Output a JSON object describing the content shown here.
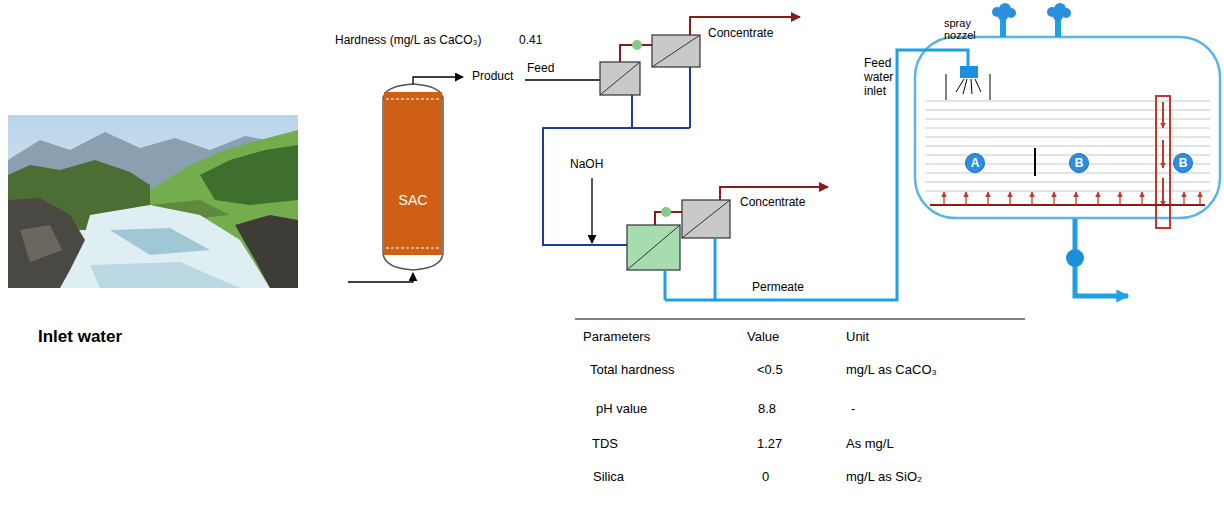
{
  "diagram": {
    "nodes": [
      {
        "text": [
          "Inlet water"
        ]
      },
      {
        "text": [
          "SAC"
        ]
      },
      {
        "text": [
          "A"
        ]
      },
      {
        "text": [
          "B"
        ]
      },
      {
        "text": [
          "B"
        ]
      }
    ],
    "labels": [
      "Hardness (mg/L as CaCO₃)",
      "0.41",
      "Product",
      "Feed",
      "Concentrate",
      "NaOH",
      "Concentrate",
      "Permeate",
      "Feed water inlet",
      "spray nozzel",
      "Parameters",
      "Value",
      "Unit",
      "Total hardness",
      "<0.5",
      "mg/L as CaCO₃",
      "pH value",
      "8.8",
      "-",
      "TDS",
      "1.27",
      "As mg/L",
      "Silica",
      "0",
      "mg/L as SiO₂"
    ]
  }
}
